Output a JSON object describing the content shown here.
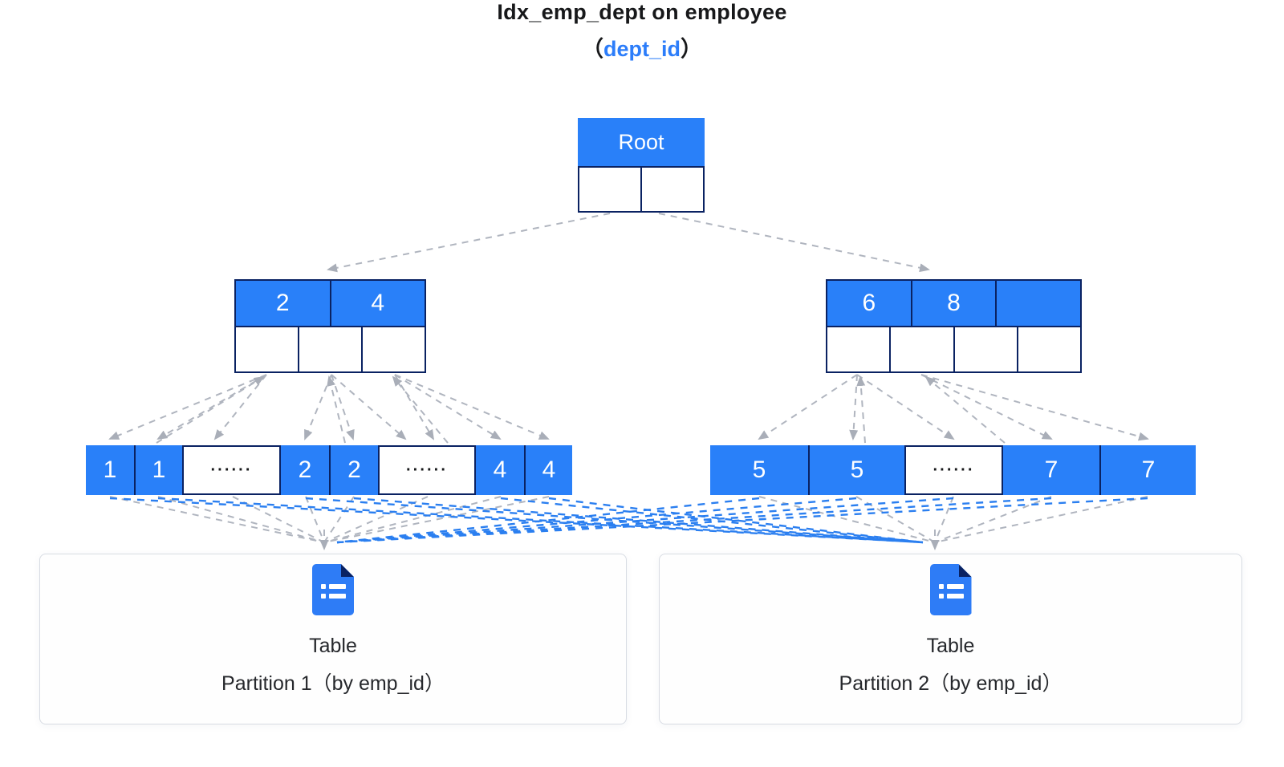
{
  "title": {
    "line1": "Idx_emp_dept on employee",
    "paren_open": "（",
    "index_key": "dept_id",
    "paren_close": "）"
  },
  "tree": {
    "root": {
      "label": "Root"
    },
    "internal": [
      {
        "keys": [
          "2",
          "4"
        ]
      },
      {
        "keys": [
          "6",
          "8",
          ""
        ]
      }
    ],
    "leaves": [
      {
        "cells": [
          "1",
          "1",
          "······",
          "2",
          "2",
          "······",
          "4",
          "4"
        ]
      },
      {
        "cells": [
          "5",
          "5",
          "······",
          "7",
          "7"
        ]
      }
    ]
  },
  "partitions": [
    {
      "title": "Table",
      "subtitle": "Partition 1（by emp_id）"
    },
    {
      "title": "Table",
      "subtitle": "Partition 2（by emp_id）"
    }
  ],
  "colors": {
    "cell_blue": "#2980f9",
    "border_navy": "#0a2262",
    "link_blue": "#2b7ff0",
    "arrow_gray": "#b0b5bf",
    "key_text_blue": "#2c7dfa"
  }
}
